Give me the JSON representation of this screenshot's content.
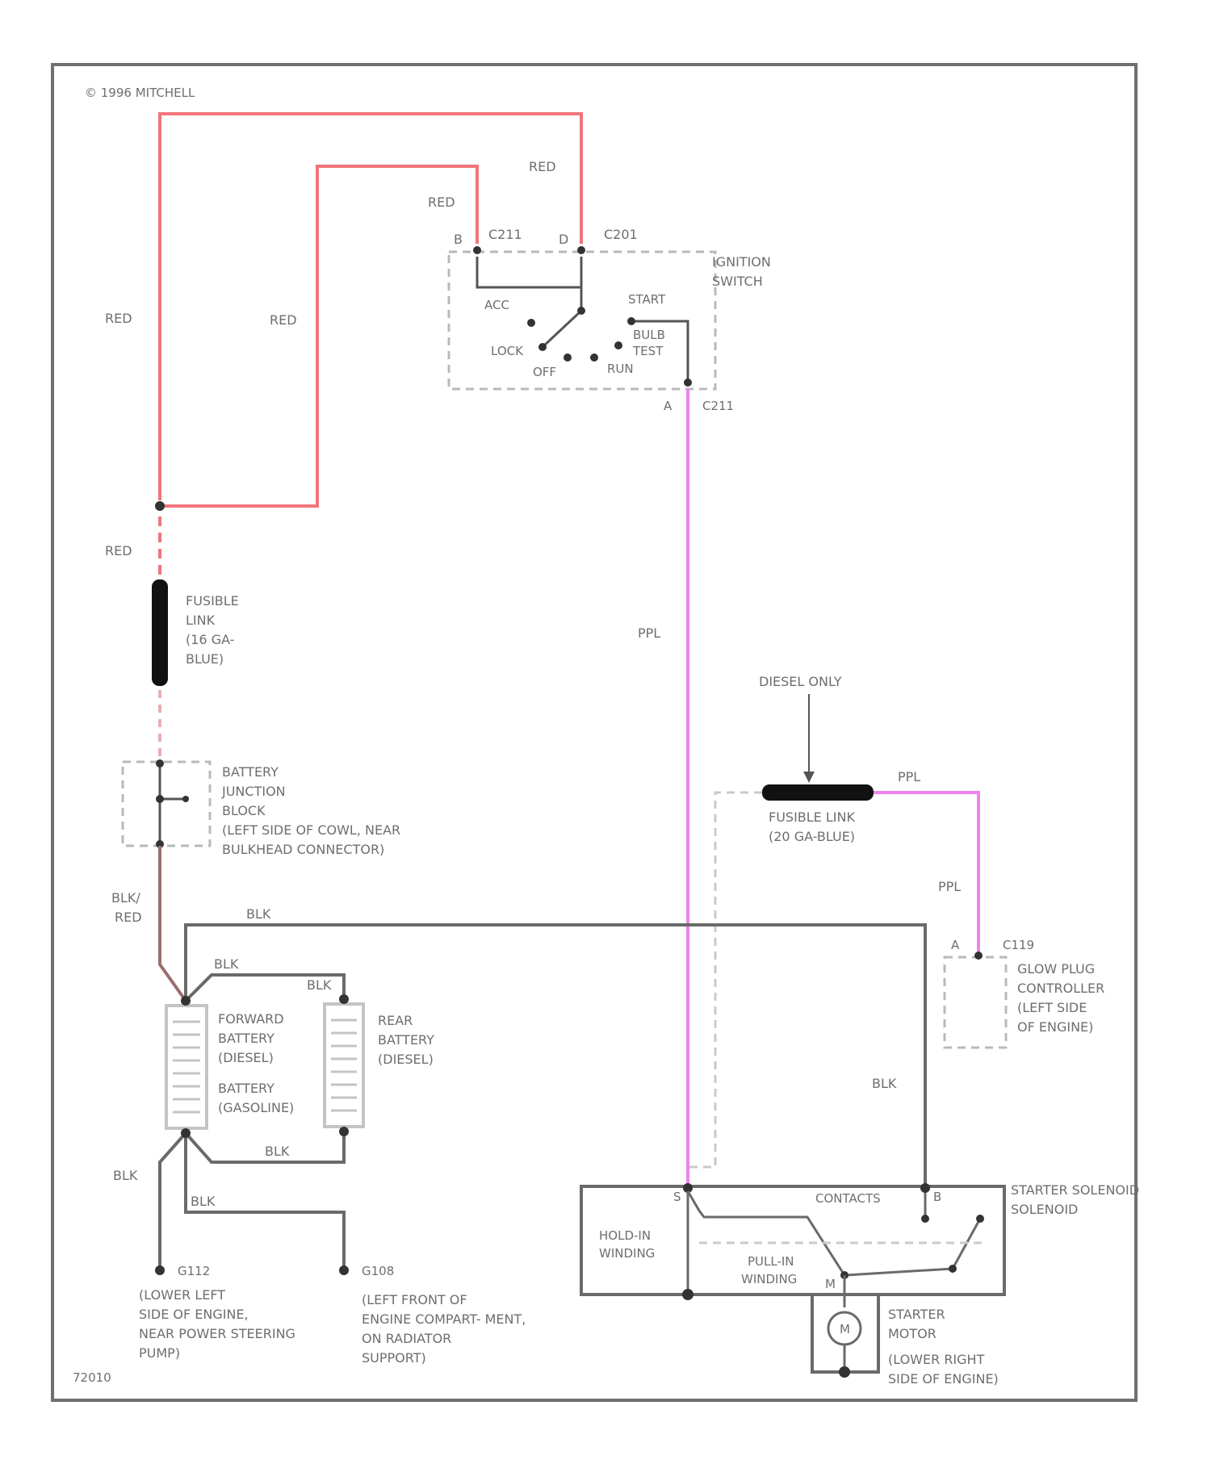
{
  "copyright": "© 1996 MITCHELL",
  "figure_number": "72010",
  "colors": {
    "red_wire": "#f0757a",
    "pink_wire": "#ee82ee",
    "black_wire": "#6a6a6a",
    "dash": "#b9b9b9",
    "text": "#6e6e6e"
  },
  "wire_labels": {
    "red_left": "RED",
    "red_mid": "RED",
    "red_upper": "RED",
    "red_top": "RED",
    "red_fuse": "RED",
    "ppl_vertical": "PPL",
    "ppl_fuse": "PPL",
    "ppl_glow": "PPL",
    "blk_red_1": "BLK/",
    "blk_red_2": "RED",
    "blk_top": "BLK",
    "blk_a": "BLK",
    "blk_b": "BLK",
    "blk_c": "BLK",
    "blk_d": "BLK",
    "blk_e": "BLK",
    "blk_right": "BLK"
  },
  "ignition_switch": {
    "label_lines": [
      "IGNITION",
      "SWITCH"
    ],
    "terminal_b": "B",
    "terminal_d": "D",
    "terminal_a": "A",
    "connector": "C211",
    "connector_2": "C201",
    "connector_3": "C211",
    "positions": {
      "acc": "ACC",
      "lock": "LOCK",
      "off": "OFF",
      "run": "RUN",
      "start": "START",
      "bulb_test_1": "BULB",
      "bulb_test_2": "TEST"
    }
  },
  "fusible_link_1": {
    "lines": [
      "FUSIBLE",
      "LINK",
      "(16 GA-",
      "BLUE)"
    ]
  },
  "battery_junction_block": {
    "lines": [
      "BATTERY",
      "JUNCTION",
      "BLOCK",
      "(LEFT SIDE OF COWL, NEAR",
      "BULKHEAD CONNECTOR)"
    ]
  },
  "fusible_link_2": {
    "note": "DIESEL ONLY",
    "lines": [
      "FUSIBLE LINK",
      "(20 GA-BLUE)"
    ]
  },
  "glow_plug_controller": {
    "terminal": "A",
    "connector": "C119",
    "lines": [
      "GLOW PLUG",
      "CONTROLLER",
      "(LEFT SIDE",
      "OF ENGINE)"
    ]
  },
  "forward_battery": {
    "lines": [
      "FORWARD",
      "BATTERY",
      "(DIESEL)"
    ],
    "lines_2": [
      "BATTERY",
      "(GASOLINE)"
    ]
  },
  "rear_battery": {
    "lines": [
      "REAR",
      "BATTERY",
      "(DIESEL)"
    ]
  },
  "ground_1": {
    "id": "G112",
    "lines": [
      "(LOWER LEFT",
      "SIDE OF ENGINE,",
      "NEAR POWER STEERING",
      "PUMP)"
    ]
  },
  "ground_2": {
    "id": "G108",
    "lines": [
      "(LEFT FRONT OF",
      "ENGINE COMPART- MENT,",
      "ON RADIATOR",
      "SUPPORT)"
    ]
  },
  "starter_solenoid": {
    "lines": [
      "STARTER SOLENOID",
      "SOLENOID"
    ],
    "terminal_s": "S",
    "terminal_b": "B",
    "terminal_m": "M",
    "contacts": "CONTACTS",
    "hold_in": [
      "HOLD-IN",
      "WINDING"
    ],
    "pull_in": [
      "PULL-IN",
      "WINDING"
    ]
  },
  "starter_motor": {
    "symbol": "M",
    "lines": [
      "STARTER",
      "MOTOR",
      "(LOWER RIGHT",
      "SIDE OF ENGINE)"
    ]
  }
}
